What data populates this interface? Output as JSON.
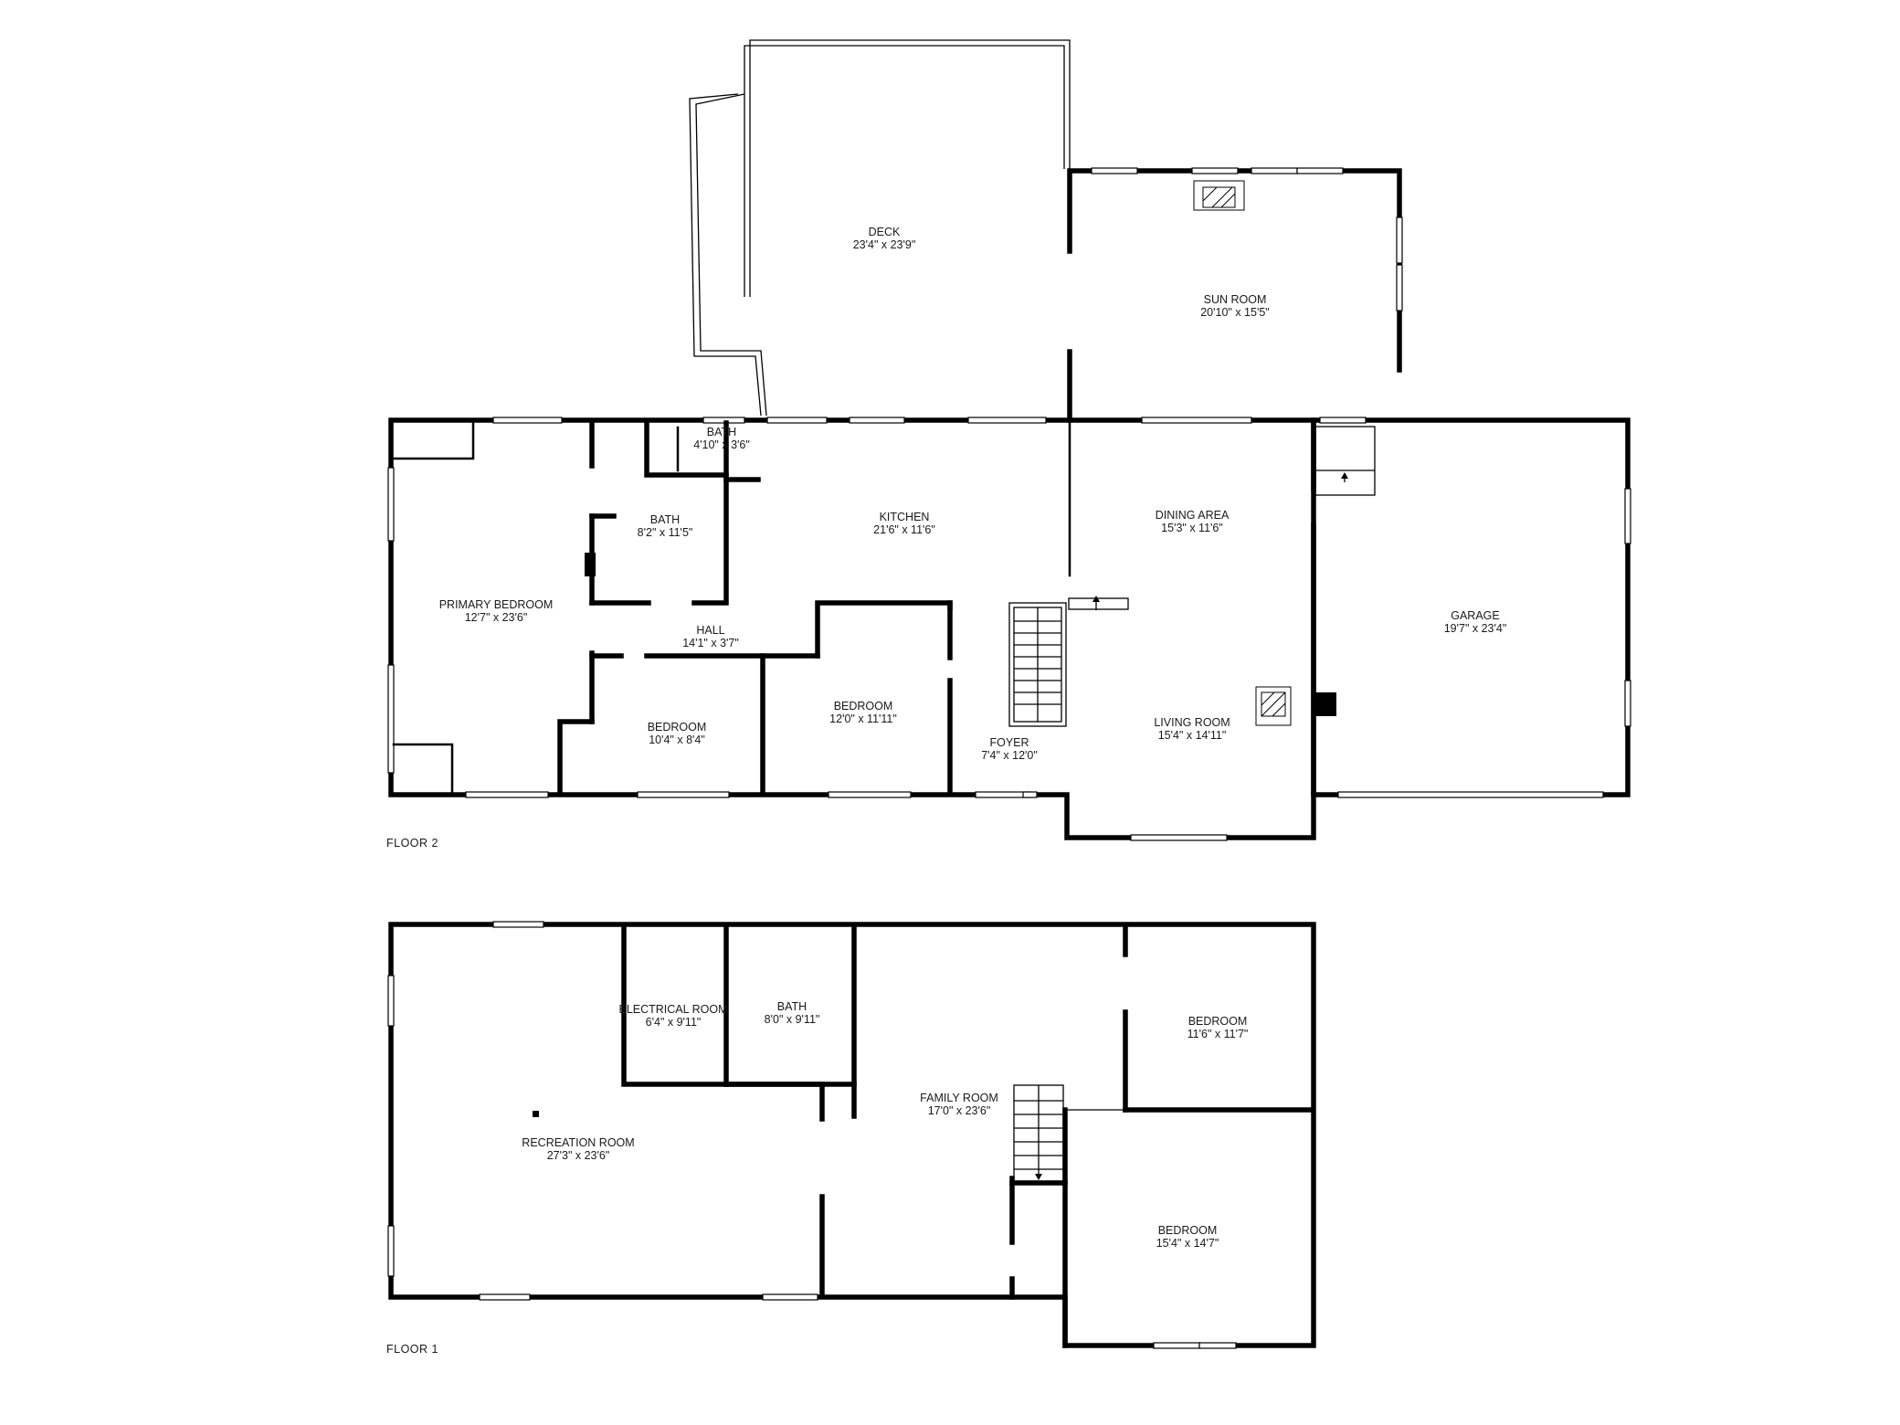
{
  "floors": [
    {
      "label": "FLOOR 2"
    },
    {
      "label": "FLOOR 1"
    }
  ],
  "rooms": {
    "deck": {
      "name": "DECK",
      "dim": "23'4\" x 23'9\""
    },
    "sun_room": {
      "name": "SUN ROOM",
      "dim": "20'10\" x 15'5\""
    },
    "bath_small": {
      "name": "BATH",
      "dim": "4'10\" x 3'6\""
    },
    "bath_upper": {
      "name": "BATH",
      "dim": "8'2\" x 11'5\""
    },
    "kitchen": {
      "name": "KITCHEN",
      "dim": "21'6\" x 11'6\""
    },
    "dining": {
      "name": "DINING AREA",
      "dim": "15'3\" x 11'6\""
    },
    "garage": {
      "name": "GARAGE",
      "dim": "19'7\" x 23'4\""
    },
    "primary_bedroom": {
      "name": "PRIMARY BEDROOM",
      "dim": "12'7\" x 23'6\""
    },
    "hall": {
      "name": "HALL",
      "dim": "14'1\" x 3'7\""
    },
    "bedroom_a": {
      "name": "BEDROOM",
      "dim": "10'4\" x 8'4\""
    },
    "bedroom_b": {
      "name": "BEDROOM",
      "dim": "12'0\" x 11'11\""
    },
    "foyer": {
      "name": "FOYER",
      "dim": "7'4\" x 12'0\""
    },
    "living": {
      "name": "LIVING ROOM",
      "dim": "15'4\" x 14'11\""
    },
    "electrical": {
      "name": "ELECTRICAL ROOM",
      "dim": "6'4\" x 9'11\""
    },
    "bath_lower": {
      "name": "BATH",
      "dim": "8'0\" x 9'11\""
    },
    "bedroom_c": {
      "name": "BEDROOM",
      "dim": "11'6\" x 11'7\""
    },
    "family": {
      "name": "FAMILY ROOM",
      "dim": "17'0\" x 23'6\""
    },
    "recreation": {
      "name": "RECREATION ROOM",
      "dim": "27'3\" x 23'6\""
    },
    "bedroom_d": {
      "name": "BEDROOM",
      "dim": "15'4\" x 14'7\""
    }
  }
}
